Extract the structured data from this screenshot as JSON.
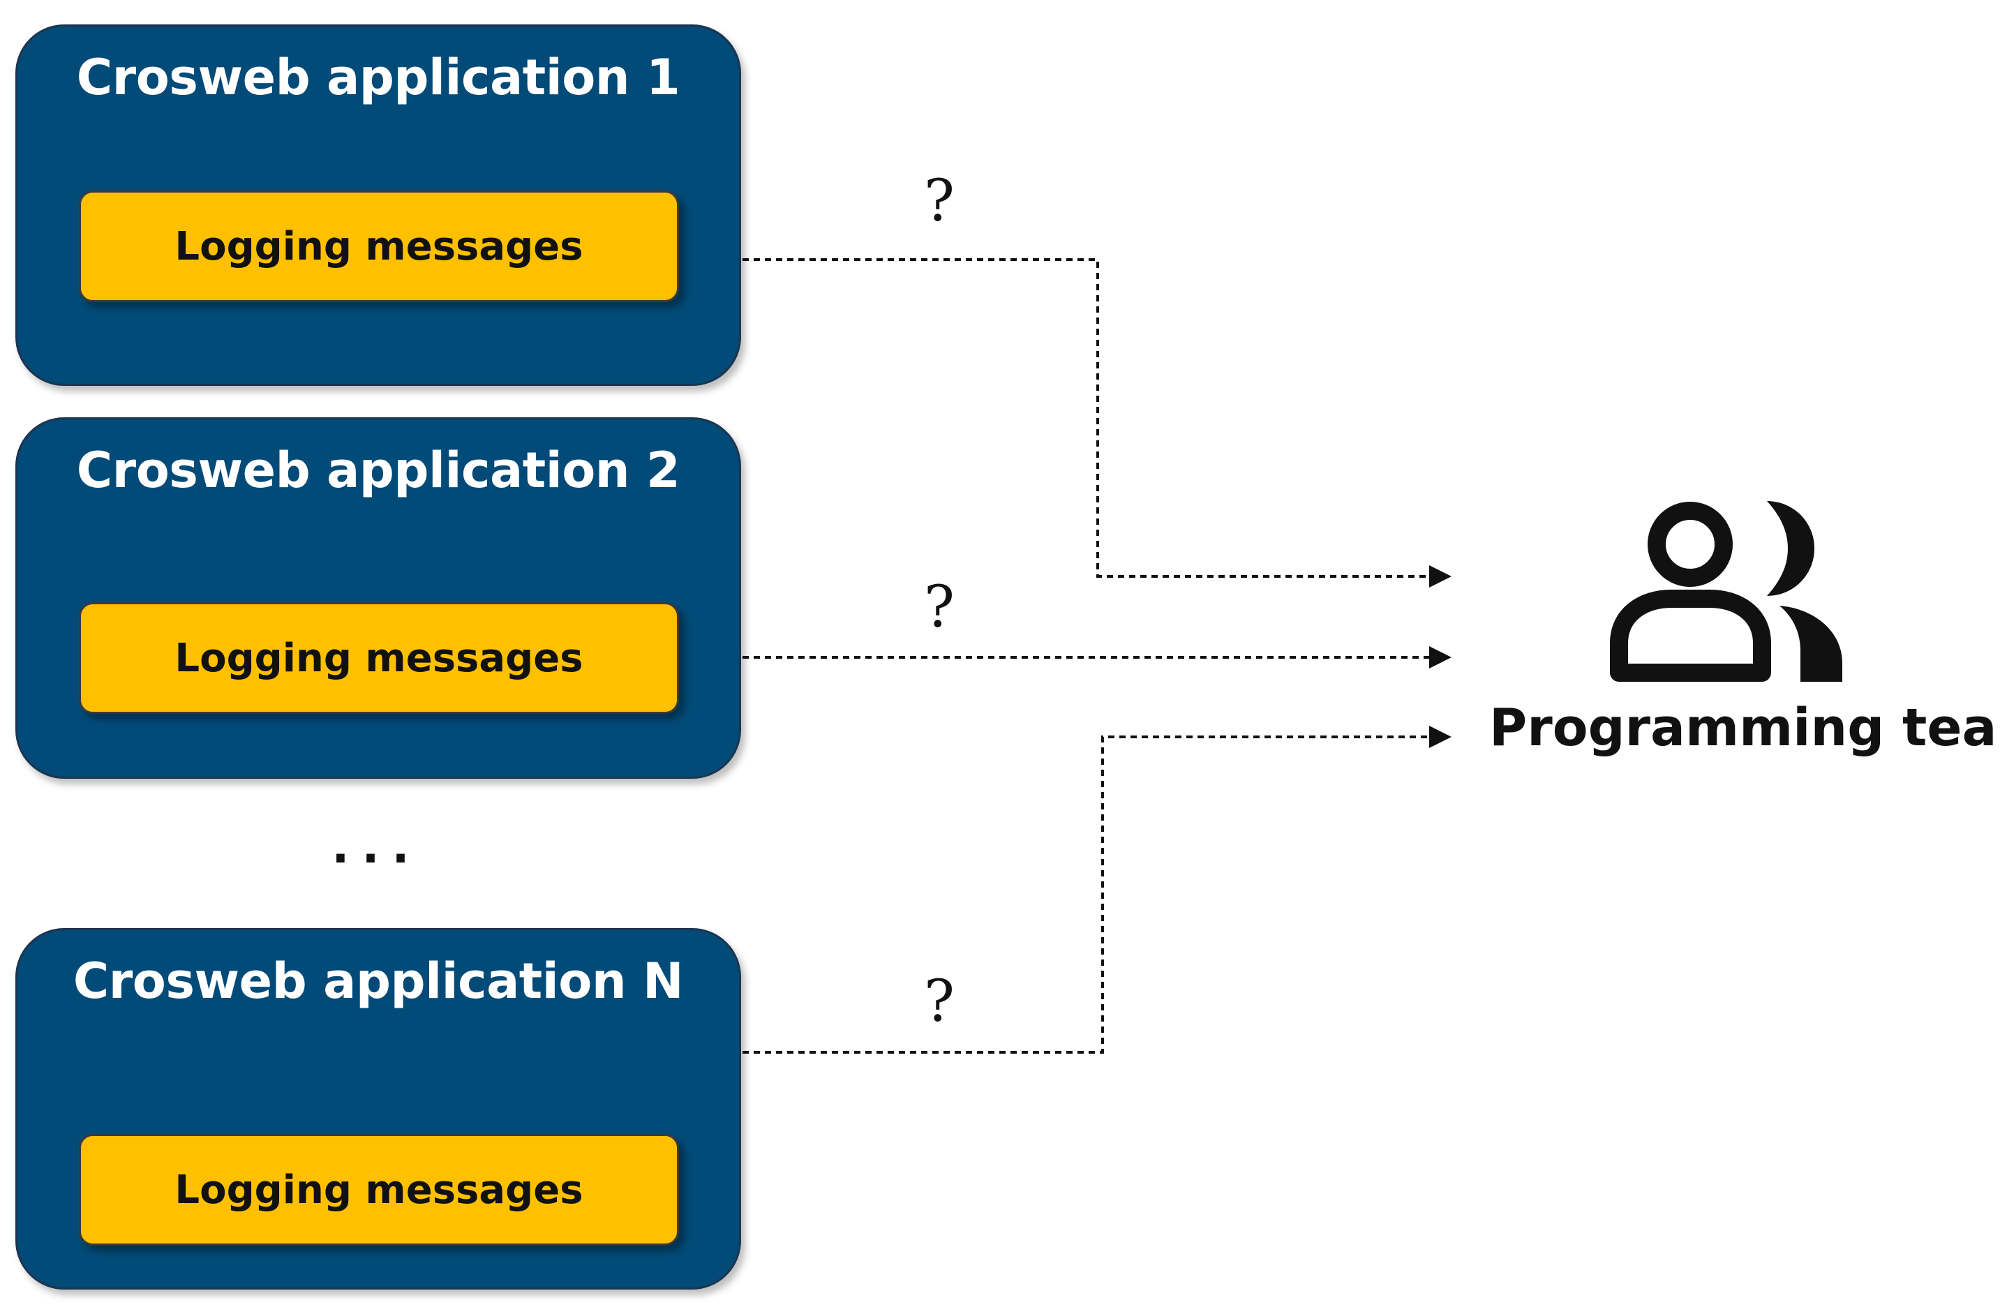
{
  "applications": [
    {
      "title": "Crosweb application 1",
      "inner_label": "Logging messages",
      "connector_label": "?"
    },
    {
      "title": "Crosweb application 2",
      "inner_label": "Logging messages",
      "connector_label": "?"
    },
    {
      "title": "Crosweb application N",
      "inner_label": "Logging messages",
      "connector_label": "?"
    }
  ],
  "ellipsis": "...",
  "target": {
    "label": "Programming team",
    "icon": "people-icon"
  },
  "colors": {
    "app_box": "#024b78",
    "log_box": "#ffc000",
    "text_dark": "#111111",
    "text_light": "#ffffff"
  }
}
